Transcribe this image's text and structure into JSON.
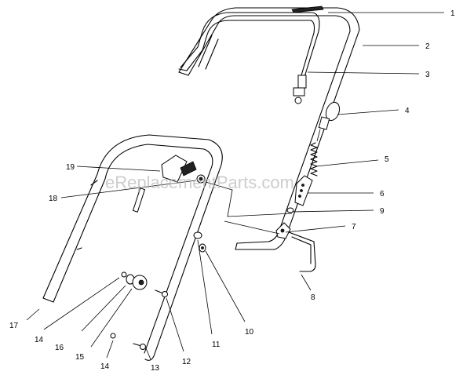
{
  "watermark": "eReplacementParts.com",
  "callouts": [
    {
      "id": "1",
      "label": "1"
    },
    {
      "id": "2",
      "label": "2"
    },
    {
      "id": "3",
      "label": "3"
    },
    {
      "id": "4",
      "label": "4"
    },
    {
      "id": "5",
      "label": "5"
    },
    {
      "id": "6",
      "label": "6"
    },
    {
      "id": "9",
      "label": "9"
    },
    {
      "id": "7",
      "label": "7"
    },
    {
      "id": "8",
      "label": "8"
    },
    {
      "id": "19",
      "label": "19"
    },
    {
      "id": "18",
      "label": "18"
    },
    {
      "id": "10",
      "label": "10"
    },
    {
      "id": "11",
      "label": "11"
    },
    {
      "id": "12",
      "label": "12"
    },
    {
      "id": "13",
      "label": "13"
    },
    {
      "id": "14a",
      "label": "14"
    },
    {
      "id": "14b",
      "label": "14"
    },
    {
      "id": "15",
      "label": "15"
    },
    {
      "id": "16",
      "label": "16"
    },
    {
      "id": "17",
      "label": "17"
    }
  ]
}
